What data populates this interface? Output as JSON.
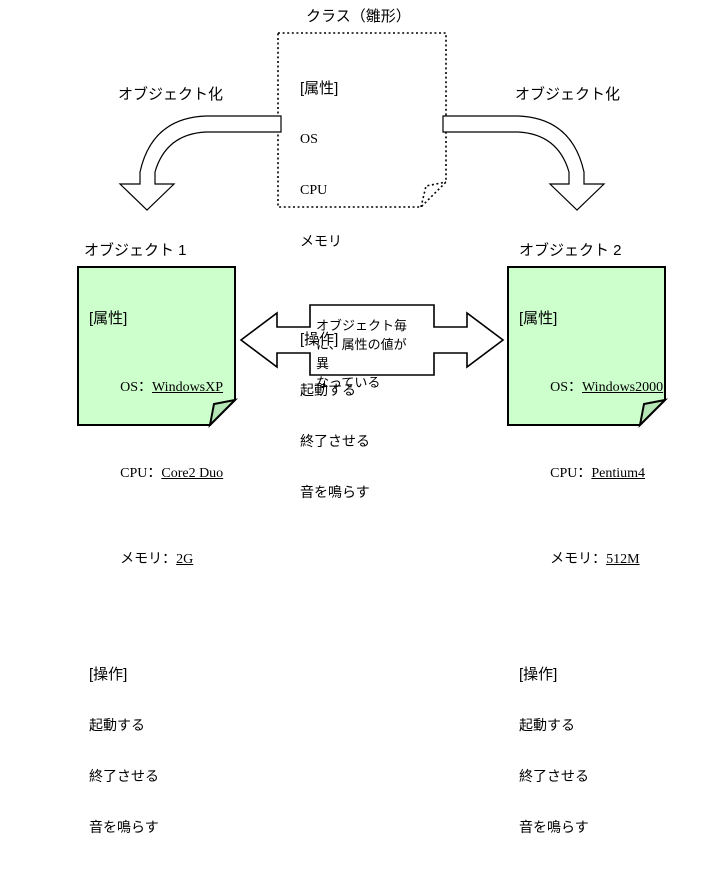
{
  "diagram": {
    "title_class": "クラス（雛形）",
    "class_template": {
      "attributes_header": "[属性]",
      "attributes": [
        "OS",
        "CPU",
        "メモリ"
      ],
      "operations_header": "[操作]",
      "operations": [
        "起動する",
        "終了させる",
        "音を鳴らす"
      ]
    },
    "arrows": {
      "objectify_left_label": "オブジェクト化",
      "objectify_right_label": "オブジェクト化"
    },
    "objects": [
      {
        "title": "オブジェクト 1",
        "attributes_header": "[属性]",
        "attributes": [
          {
            "name": "OS",
            "sep": "：",
            "value": "WindowsXP"
          },
          {
            "name": "CPU",
            "sep": "：",
            "value": "Core2 Duo"
          },
          {
            "name": "メモリ",
            "sep": "：",
            "value": "2G"
          }
        ],
        "operations_header": "[操作]",
        "operations": [
          "起動する",
          "終了させる",
          "音を鳴らす"
        ]
      },
      {
        "title": "オブジェクト 2",
        "attributes_header": "[属性]",
        "attributes": [
          {
            "name": "OS",
            "sep": "：",
            "value": "Windows2000"
          },
          {
            "name": "CPU",
            "sep": "：",
            "value": "Pentium4"
          },
          {
            "name": "メモリ",
            "sep": "：",
            "value": "512M"
          }
        ],
        "operations_header": "[操作]",
        "operations": [
          "起動する",
          "終了させる",
          "音を鳴らす"
        ]
      }
    ],
    "center_note": {
      "line1": "オブジェクト毎",
      "line2": "に、属性の値が異",
      "line3": "なっている"
    },
    "colors": {
      "object_fill": "#ccffcc",
      "object_fold": "#b5e6b5",
      "stroke": "#000000",
      "background": "#ffffff"
    }
  }
}
